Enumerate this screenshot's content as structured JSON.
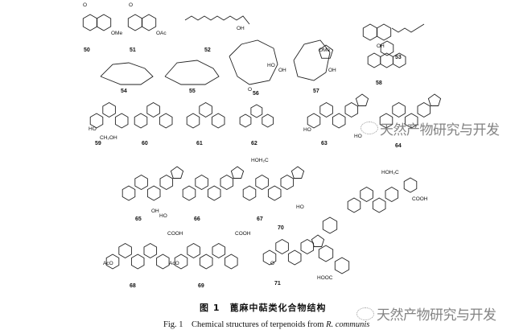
{
  "figure": {
    "caption_cn": "图 1　蓖麻中萜类化合物结构",
    "caption_en_prefix": "Fig. 1　Chemical structures of terpenoids from ",
    "caption_en_species": "R. communis"
  },
  "watermark": {
    "text": "天然产物研究与开发"
  },
  "compounds": [
    {
      "id": "50"
    },
    {
      "id": "51"
    },
    {
      "id": "52"
    },
    {
      "id": "53"
    },
    {
      "id": "54"
    },
    {
      "id": "55"
    },
    {
      "id": "56"
    },
    {
      "id": "57"
    },
    {
      "id": "58"
    },
    {
      "id": "59"
    },
    {
      "id": "60"
    },
    {
      "id": "61"
    },
    {
      "id": "62"
    },
    {
      "id": "63"
    },
    {
      "id": "64"
    },
    {
      "id": "65"
    },
    {
      "id": "66"
    },
    {
      "id": "67"
    },
    {
      "id": "68"
    },
    {
      "id": "69"
    },
    {
      "id": "70"
    },
    {
      "id": "71"
    }
  ],
  "substituents": [
    "OMe",
    "OAc",
    "OH",
    "OH",
    "OMe",
    "HO",
    "HO",
    "CH₂OH",
    "HO",
    "HO",
    "OH",
    "HO",
    "HOH₂C",
    "HOH₂C",
    "COOH",
    "AcO",
    "AcO",
    "COOH",
    "COOH",
    "HOOC",
    "O",
    "O",
    "O",
    "O",
    "OH",
    "OH",
    "HO"
  ]
}
